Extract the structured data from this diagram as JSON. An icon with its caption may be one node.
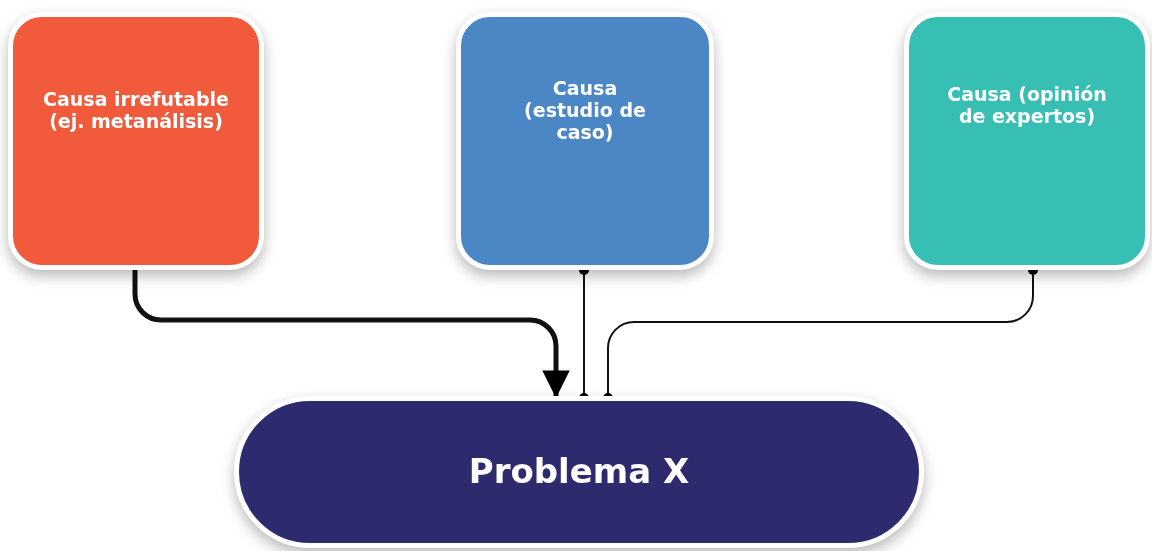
{
  "diagram": {
    "nodes": [
      {
        "text": [
          "Causa irrefutable (ej. metanálisis)"
        ]
      },
      {
        "text": [
          "Causa (estudio de caso)"
        ]
      },
      {
        "text": [
          "Causa (opinión de expertos)"
        ]
      },
      {
        "text": [
          "Problema X"
        ]
      }
    ],
    "edges": [
      {
        "from": 0,
        "to": 3,
        "arrow": "to",
        "style": "thick"
      },
      {
        "from": 1,
        "to": 3,
        "arrow": "other"
      },
      {
        "from": 2,
        "to": 3,
        "arrow": "other"
      }
    ]
  }
}
